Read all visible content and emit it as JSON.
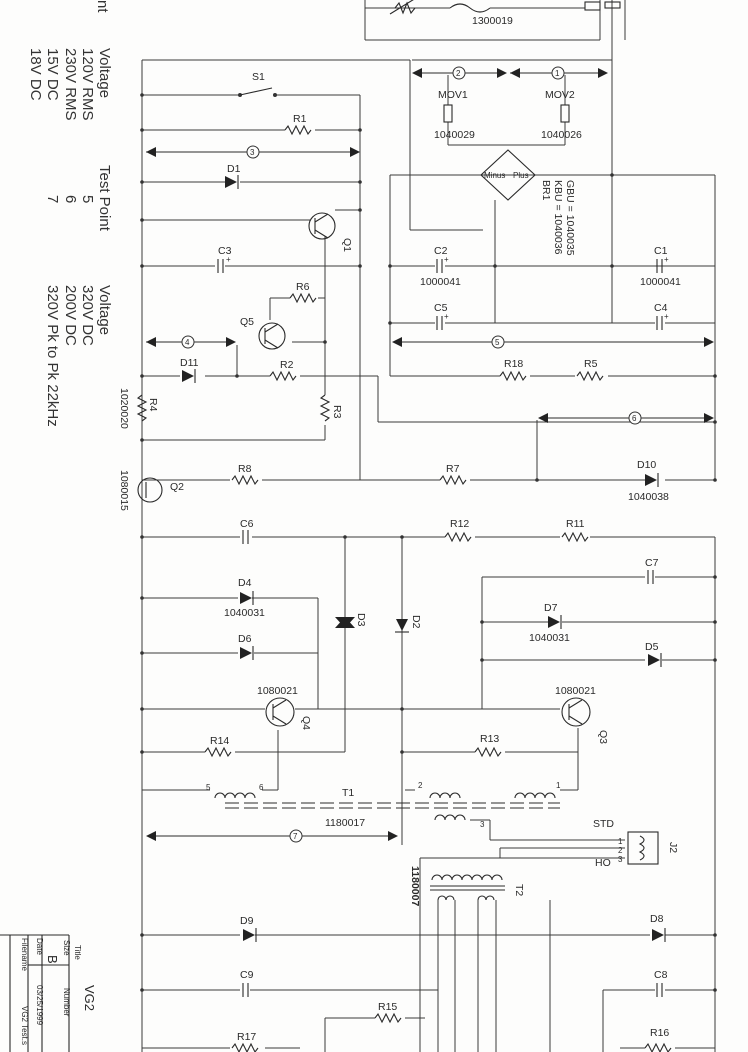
{
  "table_left": {
    "header": [
      "Test Point",
      "Voltage"
    ],
    "partial_header": "nt",
    "rows": [
      [
        "",
        "120V RMS"
      ],
      [
        "5",
        "230V RMS"
      ],
      [
        "6",
        "15V DC"
      ],
      [
        "7",
        "18V DC"
      ]
    ]
  },
  "table_right": {
    "header": "Voltage",
    "rows": [
      "320V DC",
      "200V DC",
      "320V Pk to Pk 22kHz"
    ]
  },
  "parts": {
    "top_part": "1300019",
    "S1": "S1",
    "R1": "R1",
    "D1": "D1",
    "Q1": "Q1",
    "C3": "C3",
    "R6": "R6",
    "Q5": "Q5",
    "D11": "D11",
    "R2": "R2",
    "R3": "R3",
    "R4": "R4",
    "R4_num": "1020020",
    "Q2": "Q2",
    "Q2_num": "1080015",
    "R8": "R8",
    "R7": "R7",
    "D10": "D10",
    "D10_num": "1040038",
    "C6": "C6",
    "R12": "R12",
    "R11": "R11",
    "C7": "C7",
    "D4": "D4",
    "D4_num": "1040031",
    "D6": "D6",
    "D3": "D3",
    "D2": "D2",
    "D7": "D7",
    "D7_num": "1040031",
    "D5": "D5",
    "Q4": "Q4",
    "Q4_num": "1080021",
    "Q3": "Q3",
    "Q3_num": "1080021",
    "R14": "R14",
    "R13": "R13",
    "T1": "T1",
    "T1_num": "1180017",
    "T2": "T2",
    "T2_num": "1180007",
    "J2": "J2",
    "STD": "STD",
    "HO": "HO",
    "D9": "D9",
    "D8": "D8",
    "C9": "C9",
    "C8": "C8",
    "R15": "R15",
    "R16": "R16",
    "R17": "R17",
    "MOV1": "MOV1",
    "MOV1_num": "1040029",
    "MOV2": "MOV2",
    "MOV2_num": "1040026",
    "BR1": "BR1",
    "GBU": "GBU = 1040035",
    "KBU": "KBU = 1040036",
    "minus": "Minus",
    "plus": "Plus",
    "C2": "C2",
    "C2_num": "1000041",
    "C1": "C1",
    "C1_num": "1000041",
    "C5": "C5",
    "C4": "C4",
    "R18": "R18",
    "R5": "R5",
    "pin5": "5",
    "pin6": "6",
    "pin2": "2",
    "pin1": "1",
    "pin3": "3",
    "j1": "1",
    "j2": "2",
    "j3": "3"
  },
  "test_points": [
    "1",
    "2",
    "3",
    "4",
    "5",
    "6",
    "7"
  ],
  "title_block": {
    "title_label": "Title",
    "title": "VG2",
    "size_label": "Size",
    "size": "B",
    "number_label": "Number",
    "date_label": "Date",
    "date": "03/25/1999",
    "file_label": "Filename",
    "file": "VG2 Test.s"
  }
}
